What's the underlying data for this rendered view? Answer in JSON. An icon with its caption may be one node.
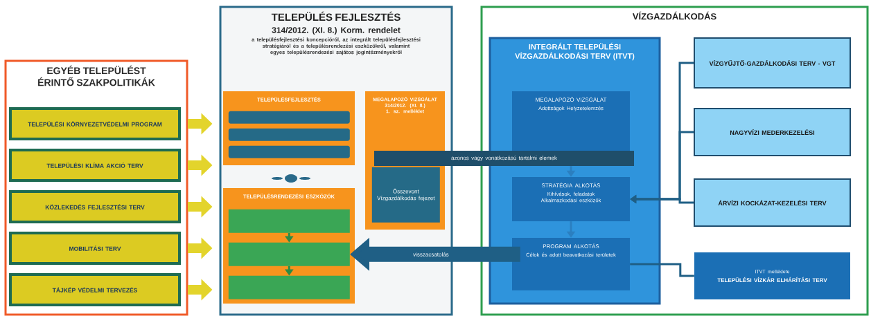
{
  "diagram": {
    "nodes": [
      {
        "text": [
          "EGYÉB TELEPÜLÉST ÉRINTŐ SZAKPOLITIKÁK"
        ]
      },
      {
        "text": [
          "TELEPÜLÉSI KÖRNYEZETVÉDELMI PROGRAM"
        ],
        "in": 0
      },
      {
        "text": [
          "TELEPÜLÉSI KLÍMA AKCIÓ TERV"
        ],
        "in": 0
      },
      {
        "text": [
          "KÖZLEKEDÉS FEJLESZTÉSI TERV"
        ],
        "in": 0
      },
      {
        "text": [
          "MOBILITÁSI TERV"
        ],
        "in": 0
      },
      {
        "text": [
          "TÁJKÉP VÉDELMI TERVEZÉS"
        ],
        "in": 0
      },
      {
        "text": [
          "TELEPÜLÉS FEJLESZTÉS",
          "314/2012. (XI. 8.) Korm. rendelet",
          "a településfejlesztési koncepcióról, az integrált településfejlesztési stratégiáról és a településrendezési eszközökről, valamint egyes településrendezési sajátos jogintézményekről"
        ]
      },
      {
        "text": [
          "TELEPÜLÉSFEJLESZTÉS"
        ],
        "in": 6
      },
      {
        "text": [],
        "shape": "bar",
        "in": 7
      },
      {
        "text": [],
        "shape": "bar",
        "in": 7
      },
      {
        "text": [],
        "shape": "bar",
        "in": 7
      },
      {
        "text": [
          "MEGALAPOZÓ VIZSGÁLAT 314/2012. (XI. 8.) 1. sz. melléklet"
        ],
        "in": 6
      },
      {
        "text": [
          "Összevont Vízgazdálkodás fejezet"
        ],
        "in": 11
      },
      {
        "text": [
          "TELEPÜLÉSRENDEZÉSI ESZKÖZÖK"
        ],
        "in": 6
      },
      {
        "text": [],
        "shape": "box",
        "in": 13
      },
      {
        "text": [],
        "shape": "box",
        "in": 13
      },
      {
        "text": [],
        "shape": "box",
        "in": 13
      },
      {
        "text": [
          "VÍZGAZDÁLKODÁS"
        ]
      },
      {
        "text": [
          "INTEGRÁLT TELEPÜLÉSI VÍZGAZDÁLKODÁSI TERV (ITVT)"
        ],
        "in": 17
      },
      {
        "text": [
          "MEGALAPOZÓ VIZSGÁLAT",
          "Adottságok Helyzetelemzés"
        ],
        "in": 18
      },
      {
        "text": [
          "STRATÉGIA ALKOTÁS",
          "Kihívások, feladatok Alkalmazkodási eszközök"
        ],
        "in": 18
      },
      {
        "text": [
          "PROGRAM ALKOTÁS",
          "Célok és adott beavatkozási területek"
        ],
        "in": 18
      },
      {
        "text": [
          "VÍZGYŰJTŐ-GAZDÁLKODÁSI TERV - VGT"
        ],
        "in": 17
      },
      {
        "text": [
          "NAGYVÍZI MEDERKEZELÉSI"
        ],
        "in": 17
      },
      {
        "text": [
          "ÁRVÍZI KOCKÁZAT-KEZELÉSI TERV"
        ],
        "in": 17
      },
      {
        "text": [
          "ITVT melléklete",
          "TELEPÜLÉSI VÍZKÁR ELHÁRÍTÁSI TERV"
        ],
        "in": 17
      },
      {
        "text": [
          "azonos vagy vonatkozású tartalmi elemek"
        ]
      }
    ],
    "edges": [
      {
        "from": 1,
        "to": 6,
        "arrow": "to",
        "style": "thick",
        "color": "#e3d42c"
      },
      {
        "from": 2,
        "to": 6,
        "arrow": "to",
        "style": "thick",
        "color": "#e3d42c"
      },
      {
        "from": 3,
        "to": 6,
        "arrow": "to",
        "style": "thick",
        "color": "#e3d42c"
      },
      {
        "from": 4,
        "to": 6,
        "arrow": "to",
        "style": "thick",
        "color": "#e3d42c"
      },
      {
        "from": 5,
        "to": 6,
        "arrow": "to",
        "style": "thick",
        "color": "#e3d42c"
      },
      {
        "from": 21,
        "to": 15,
        "arrow": "to",
        "label": "visszacsatolás",
        "style": "thick",
        "color": "#1f5f85"
      },
      {
        "from": 22,
        "to": 20,
        "arrow": "to",
        "color": "#1f5f85"
      },
      {
        "from": 23,
        "to": 20,
        "arrow": "to",
        "color": "#1f5f85"
      },
      {
        "from": 24,
        "to": 20,
        "arrow": "to",
        "color": "#1f5f85"
      },
      {
        "from": 25,
        "to": 21,
        "arrow": "none",
        "color": "#1f5f85"
      },
      {
        "from": 19,
        "to": 20,
        "arrow": "to",
        "color": "#2b7fc0"
      },
      {
        "from": 20,
        "to": 21,
        "arrow": "to",
        "color": "#2b7fc0"
      },
      {
        "from": 14,
        "to": 15,
        "arrow": "to",
        "color": "#2e8b45"
      },
      {
        "from": 15,
        "to": 16,
        "arrow": "to",
        "color": "#2e8b45"
      }
    ]
  }
}
